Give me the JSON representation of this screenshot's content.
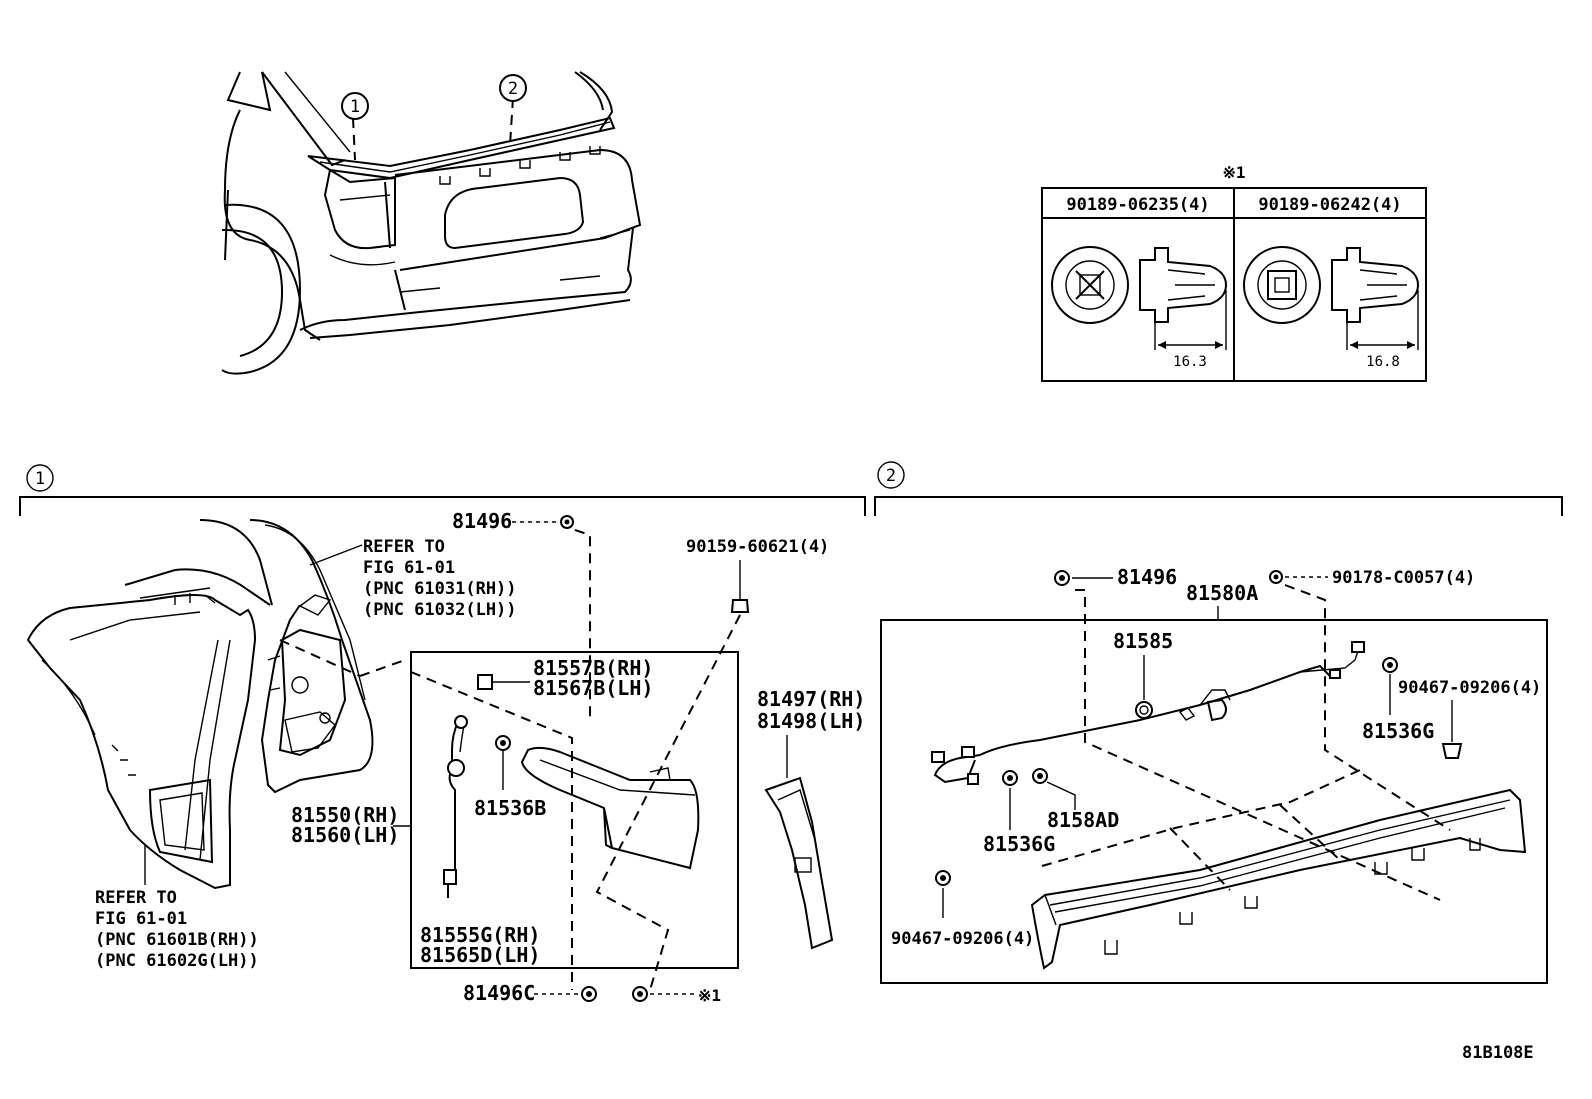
{
  "diagram_code": "81B108E",
  "overview": {
    "callout_1": "1",
    "callout_2": "2"
  },
  "fastener_table": {
    "note_mark": "※1",
    "col1_part": "90189-06235(4)",
    "col1_dim": "16.3",
    "col2_part": "90189-06242(4)",
    "col2_dim": "16.8"
  },
  "section1": {
    "number": "1",
    "labels": {
      "p81496_top": "81496",
      "p90159": "90159-60621(4)",
      "refer_top": [
        "REFER TO",
        "FIG 61-01",
        "(PNC 61031(RH))",
        "(PNC 61032(LH))"
      ],
      "p81557": [
        "81557B(RH)",
        "81567B(LH)"
      ],
      "p81497": [
        "81497(RH)",
        "81498(LH)"
      ],
      "p81536b": "81536B",
      "p81550": [
        "81550(RH)",
        "81560(LH)"
      ],
      "refer_bottom": [
        "REFER TO",
        "FIG 61-01",
        "(PNC 61601B(RH))",
        "(PNC 61602G(LH))"
      ],
      "p81555": [
        "81555G(RH)",
        "81565D(LH)"
      ],
      "p81496c": "81496C",
      "note_mark": "※1"
    }
  },
  "section2": {
    "number": "2",
    "labels": {
      "p81496": "81496",
      "p90178": "90178-C0057(4)",
      "p81580a": "81580A",
      "p81585": "81585",
      "p90467_right": "90467-09206(4)",
      "p81536g_right": "81536G",
      "p8158ad": "8158AD",
      "p81536g_left": "81536G",
      "p90467_left": "90467-09206(4)"
    }
  }
}
